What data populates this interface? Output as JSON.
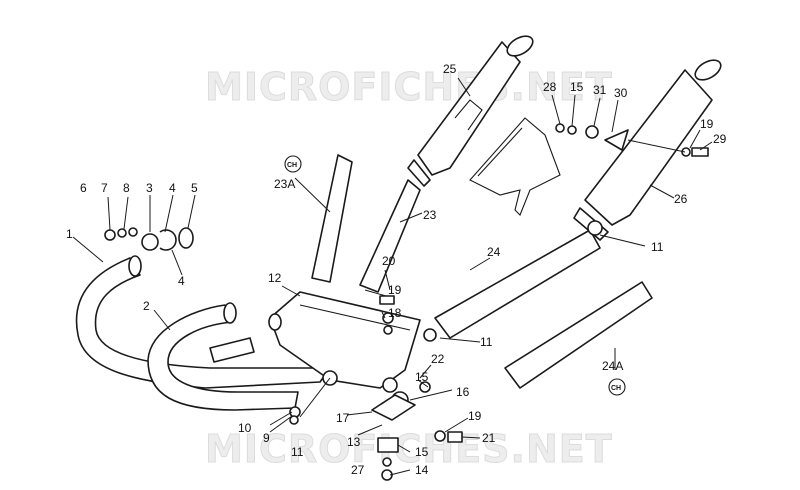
{
  "watermark": {
    "top": "MICROFICHES.NET",
    "bottom": "MICROFICHES.NET"
  },
  "region_badge": "CH",
  "labels": {
    "p1": "1",
    "p2": "2",
    "p3": "3",
    "p4a": "4",
    "p4b": "4",
    "p5": "5",
    "p6": "6",
    "p7": "7",
    "p8": "8",
    "p9": "9",
    "p10": "10",
    "p11a": "11",
    "p11b": "11",
    "p11c": "11",
    "p12": "12",
    "p13": "13",
    "p14": "14",
    "p15a": "15",
    "p15b": "15",
    "p15c": "15",
    "p16": "16",
    "p17": "17",
    "p18": "18",
    "p19a": "19",
    "p19b": "19",
    "p19c": "19",
    "p20": "20",
    "p21": "21",
    "p22": "22",
    "p23": "23",
    "p23a": "23A",
    "p24": "24",
    "p24a": "24A",
    "p25": "25",
    "p26": "26",
    "p27": "27",
    "p28": "28",
    "p29": "29",
    "p30": "30",
    "p31": "31"
  }
}
